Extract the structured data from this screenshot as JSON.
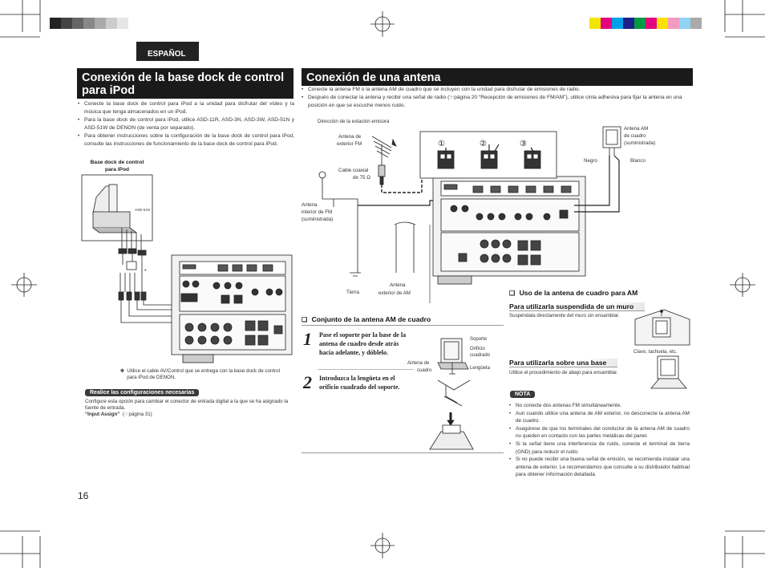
{
  "header": {
    "language_tab": "ESPAÑOL",
    "calibration_colors": [
      "#f2e600",
      "#e4007f",
      "#00a0e9",
      "#1d2088",
      "#009944",
      "#e4007f",
      "#ffe100",
      "#f29bc1",
      "#8fd3f5",
      "#aaaaaa"
    ],
    "gray_blocks": [
      "#222",
      "#444",
      "#666",
      "#888",
      "#aaa",
      "#ccc",
      "#e6e6e6"
    ]
  },
  "left": {
    "title_line1": "Conexión de la base dock de control",
    "title_line2": "para iPod",
    "bullets": [
      "Conecte la base dock de control para iPod a la unidad para disfrutar del vídeo y la música que tenga almacenados en un iPod.",
      "Para la base dock de control para iPod, utilice ASD-11R, ASD-3N, ASD-3W, ASD-51N y ASD-51W de DENON (de venta por separado).",
      "Para obtener instrucciones sobre la configuración de la base dock de control para iPod, consulte las instrucciones de funcionamiento de la base dock de control para iPod."
    ],
    "diagram_label_line1": "Base dock de control",
    "diagram_label_line2": "para iPod",
    "dock_model": "ASD-51N",
    "asterisk": "*",
    "footnote": "Utilice el cable AV/Control que se entrega con la base dock de control para iPod de DENON.",
    "footnote_mark": "✽",
    "setup_pill": "Realice las configuraciones necesarias",
    "setup_text": "Configure esta opción para cambiar el conector de entrada digital a la que se ha asignado la fuente de entrada.",
    "setup_ref_bold": "“Input Assign”",
    "setup_ref_page": "página 31)"
  },
  "right": {
    "title": "Conexión de una antena",
    "bullets": [
      "Conecte la antena FM o la antena AM de cuadro que se incluyen con la unidad para disfrutar de emisiones de radio.",
      "Después de conectar la antena y recibir una señal de radio (☞página 20 “Recepción de emisiones de FM/AM”), utilice cinta adhesiva para fijar la antena en una posición en que se escuche menos ruido."
    ],
    "diagram_labels": {
      "direction": "Dirección de la estación emisora",
      "fm_ext_1": "Antena de",
      "fm_ext_2": "exterior FM",
      "coax_1": "Cable coaxial",
      "coax_2": "de 75 Ω",
      "fm_int_1": "Antena",
      "fm_int_2": "interior de FM",
      "fm_int_3": "(suministrada)",
      "am_frame_1": "Antena AM",
      "am_frame_2": "de cuadro",
      "am_frame_3": "(suministrada)",
      "black": "Negro",
      "white": "Blanco",
      "ground": "Tierra",
      "am_ext_1": "Antena",
      "am_ext_2": "exterior de AM",
      "step1": "①",
      "step2": "②",
      "step3": "③"
    },
    "assembly_head": "Conjunto de la antena AM de cuadro",
    "step1_num": "1",
    "step1_text": "Pase el soporte por la base de la antena de cuadro desde atrás hacia adelante, y dóblelo.",
    "step2_num": "2",
    "step2_text": "Introduzca la lengüeta en el orificio cuadrado del soporte.",
    "assembly_labels": {
      "support": "Soporte",
      "hole_1": "Orificio",
      "hole_2": "cuadrado",
      "antenna_1": "Antena de",
      "antenna_2": "cuadro",
      "tongue": "Lengüeta"
    },
    "use_head": "Uso de la antena de cuadro para AM",
    "wall_head": "Para utilizarla suspendida de un muro",
    "wall_text": "Suspéndala directamente del muro sin ensamblar.",
    "wall_label": "Clavo, tachuela, etc.",
    "base_head": "Para utilizarla sobre una base",
    "base_text": "Utilice el procedimiento de abajo para ensamblar.",
    "nota_pill": "NOTA",
    "notes": [
      "No conecte dos antenas FM simultáneamente.",
      "Aun cuando utilice una antena de AM exterior, no desconecte la antena AM de cuadro.",
      "Asegúrese de que los terminales del conductor de la antena AM de cuadro no queden en contacto con las partes metálicas del panel.",
      "Si la señal tiene una interferencia de ruido, conecte el terminal de tierra (GND) para reducir el ruido.",
      "Si no puede recibir una buena señal de emisión, se recomienda instalar una antena de exterior. Le recomendamos que consulte a su distribuidor habitual para obtener información detallada."
    ]
  },
  "page_number": "16"
}
